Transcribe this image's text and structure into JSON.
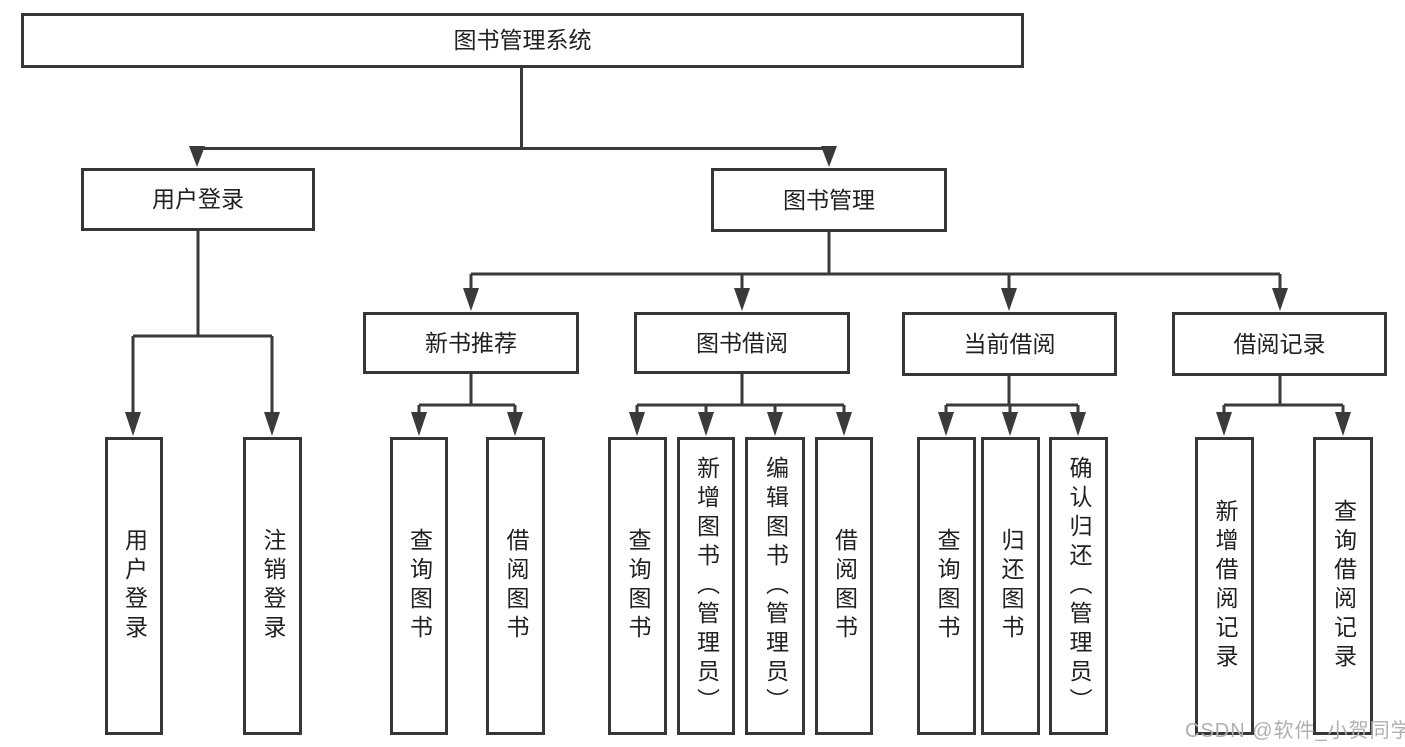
{
  "diagram_type": "hierarchy-tree",
  "colors": {
    "line": "#3a3a3a",
    "box_border": "#363636",
    "text": "#212121",
    "watermark": "#b0b0b0",
    "background": "#ffffff"
  },
  "tree": {
    "label": "图书管理系统",
    "children": [
      {
        "label": "用户登录",
        "children": [
          {
            "label": "用户登录"
          },
          {
            "label": "注销登录"
          }
        ]
      },
      {
        "label": "图书管理",
        "children": [
          {
            "label": "新书推荐",
            "children": [
              {
                "label": "查询图书"
              },
              {
                "label": "借阅图书"
              }
            ]
          },
          {
            "label": "图书借阅",
            "children": [
              {
                "label": "查询图书"
              },
              {
                "label": "新增图书（管理员）"
              },
              {
                "label": "编辑图书（管理员）"
              },
              {
                "label": "借阅图书"
              }
            ]
          },
          {
            "label": "当前借阅",
            "children": [
              {
                "label": "查询图书"
              },
              {
                "label": "归还图书"
              },
              {
                "label": "确认归还（管理员）"
              }
            ]
          },
          {
            "label": "借阅记录",
            "children": [
              {
                "label": "新增借阅记录"
              },
              {
                "label": "查询借阅记录"
              }
            ]
          }
        ]
      }
    ]
  },
  "watermark": "CSDN @软件_小贺同学"
}
